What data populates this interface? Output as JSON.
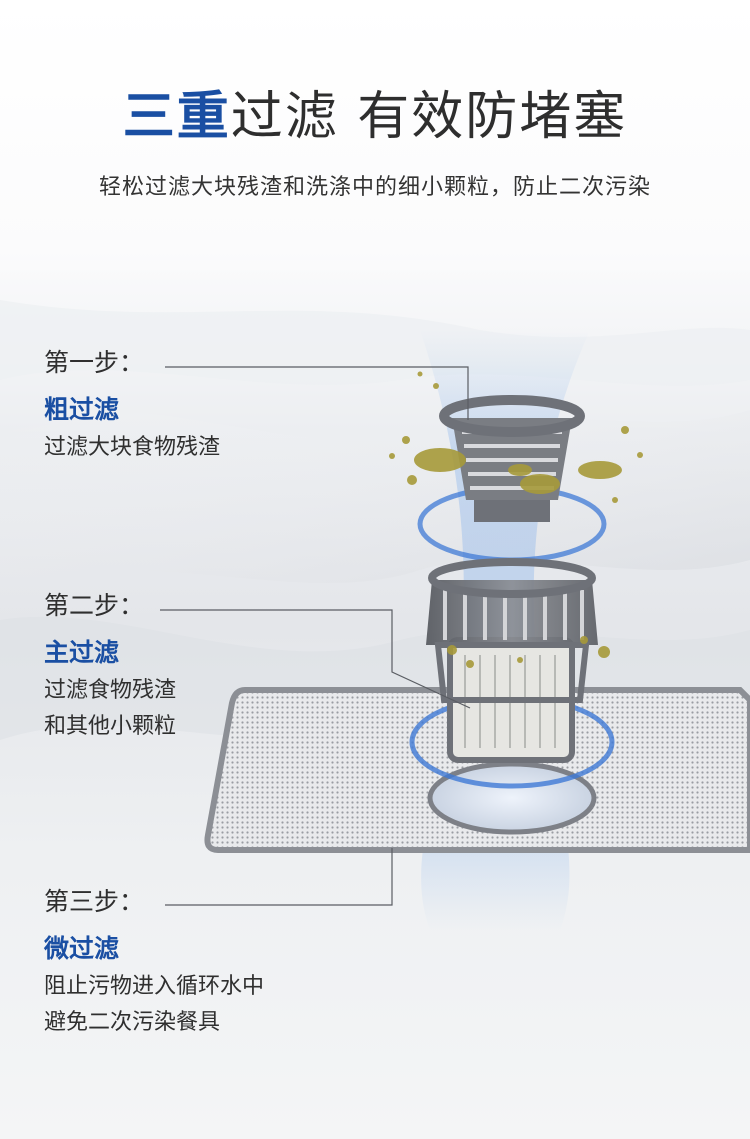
{
  "header": {
    "title_highlight": "三重",
    "title_rest": "过滤  有效防堵塞",
    "subtitle": "轻松过滤大块残渣和洗涤中的细小颗粒，防止二次污染"
  },
  "steps": [
    {
      "label": "第一步：",
      "name": "粗过滤",
      "desc": [
        "过滤大块食物残渣"
      ]
    },
    {
      "label": "第二步：",
      "name": "主过滤",
      "desc": [
        "过滤食物残渣",
        "和其他小颗粒"
      ]
    },
    {
      "label": "第三步：",
      "name": "微过滤",
      "desc": [
        "阻止污物进入循环水中",
        "避免二次污染餐具"
      ]
    }
  ],
  "colors": {
    "accent": "#1a4fa3",
    "text": "#2f2f2f",
    "filter_gray": "#6e7178",
    "glow_blue": "#4a86e0"
  }
}
